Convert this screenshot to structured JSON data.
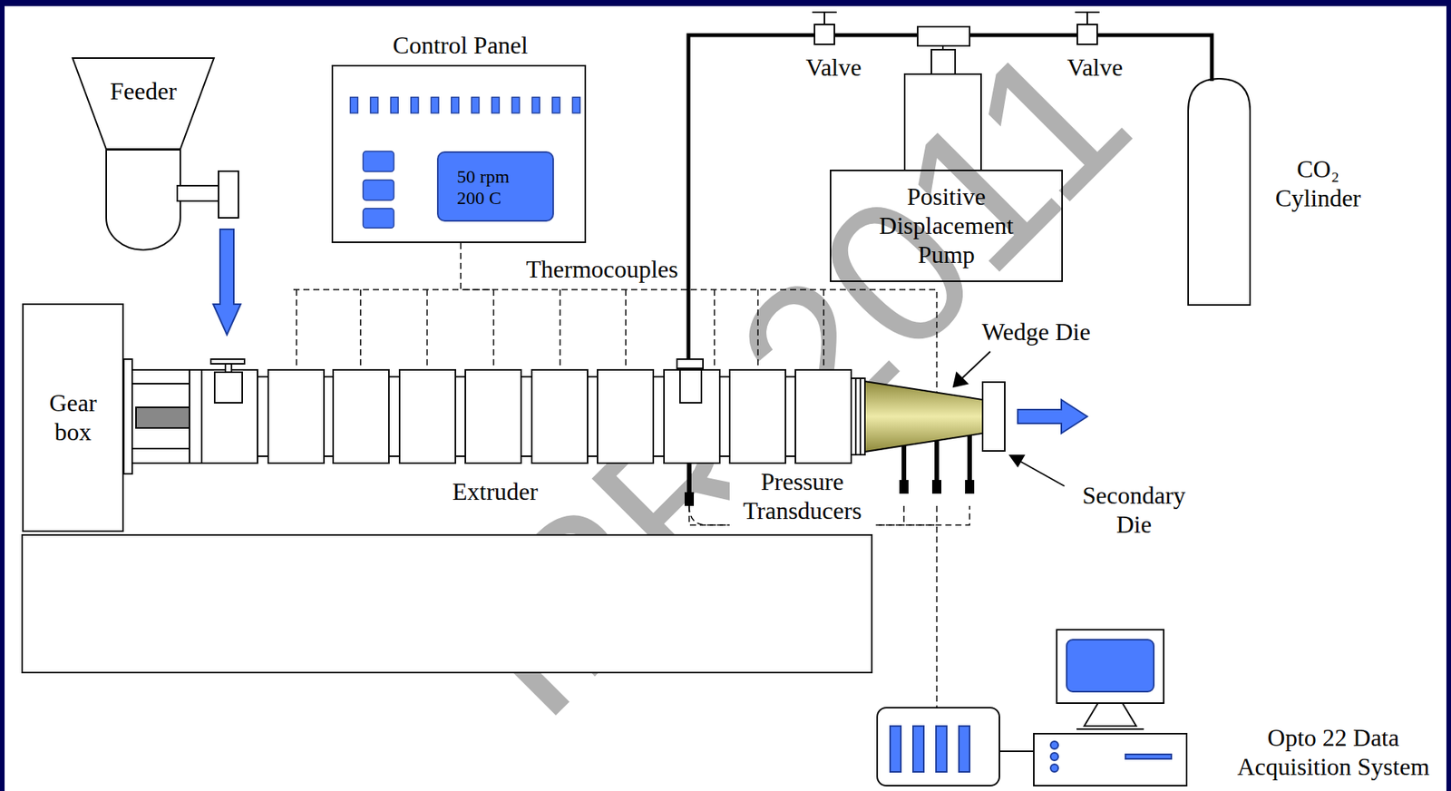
{
  "diagram": {
    "nodes": [
      {
        "text": [
          "Feeder"
        ]
      },
      {
        "text": [
          "Control Panel"
        ]
      },
      {
        "text": [
          "50 rpm 200 C"
        ],
        "in": 1
      },
      {
        "text": [
          "Positive Displacement Pump"
        ]
      },
      {
        "text": [
          "CO₂ Cylinder"
        ]
      },
      {
        "text": [
          "Gear box"
        ]
      },
      {
        "text": [
          "Extruder"
        ]
      },
      {
        "text": [
          "Opto 22 Data Acquisition System"
        ]
      }
    ],
    "edges": [
      {
        "from": 0,
        "to": 6,
        "arrow": "to"
      },
      {
        "from": 1,
        "to": 6,
        "arrow": "none"
      },
      {
        "from": 6,
        "to": 7,
        "arrow": "none"
      },
      {
        "from": 4,
        "to": 3,
        "arrow": "none"
      },
      {
        "from": 3,
        "to": 6,
        "arrow": "none"
      }
    ],
    "labels": [
      "Valve",
      "Valve",
      "Thermocouples",
      "Pressure Transducers",
      "Wedge Die",
      "Secondary Die",
      "IPR 2011"
    ]
  }
}
